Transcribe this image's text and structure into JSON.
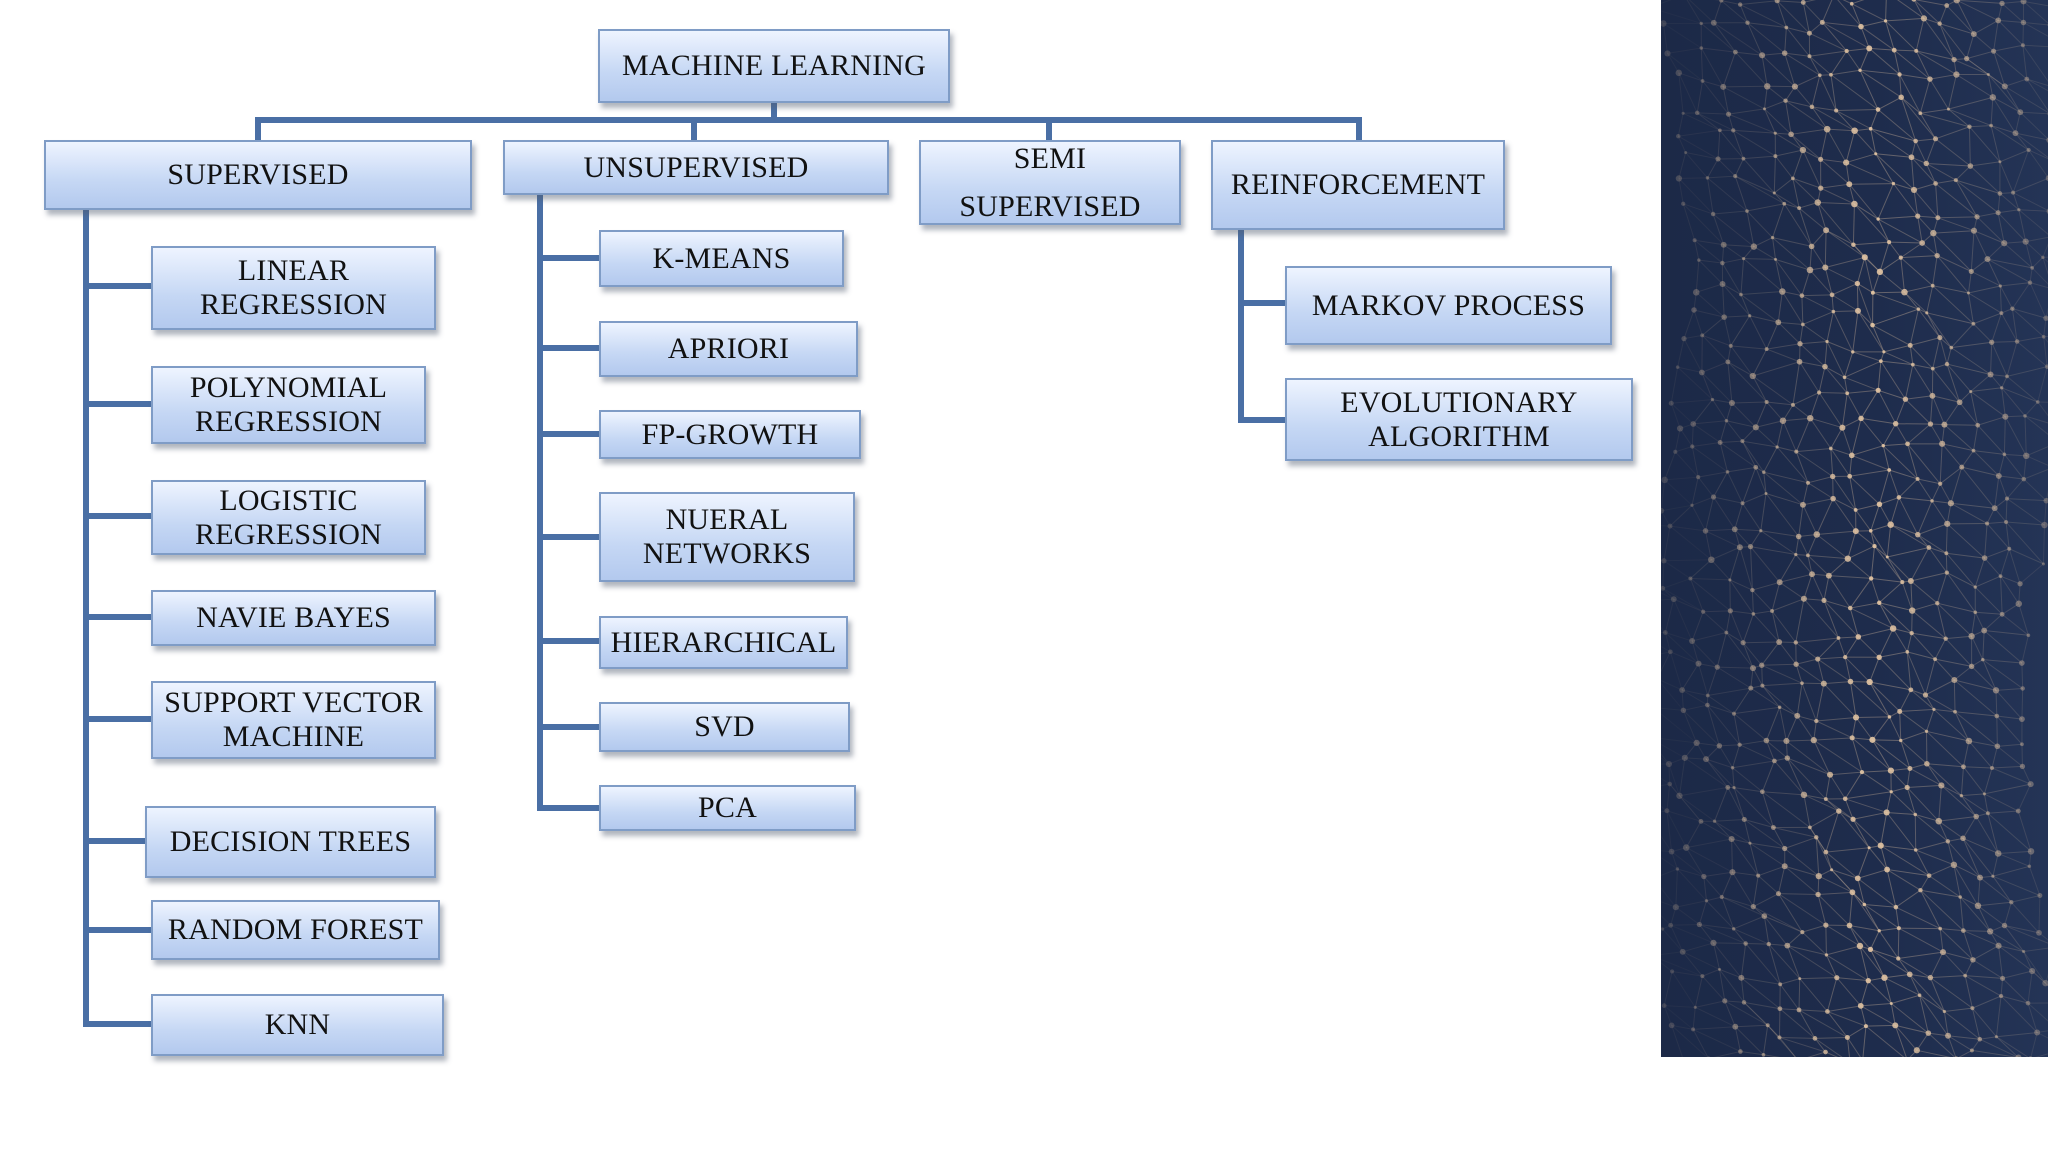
{
  "diagram": {
    "root": {
      "label": "MACHINE LEARNING"
    },
    "categories": {
      "supervised": {
        "label": "SUPERVISED",
        "items": [
          "LINEAR\nREGRESSION",
          "POLYNOMIAL\nREGRESSION",
          "LOGISTIC\nREGRESSION",
          "NAVIE BAYES",
          "SUPPORT VECTOR\nMACHINE",
          "DECISION TREES",
          "RANDOM FOREST",
          "KNN"
        ]
      },
      "unsupervised": {
        "label": "UNSUPERVISED",
        "items": [
          "K-MEANS",
          "APRIORI",
          "FP-GROWTH",
          "NUERAL\nNETWORKS",
          "HIERARCHICAL",
          "SVD",
          "PCA"
        ]
      },
      "semi_supervised": {
        "label": "SEMI\nSUPERVISED",
        "items": []
      },
      "reinforcement": {
        "label": "REINFORCEMENT",
        "items": [
          "MARKOV PROCESS",
          "EVOLUTIONARY\nALGORITHM"
        ]
      }
    }
  },
  "colors": {
    "connector": "#4a6fa5",
    "box_border": "#7f9cc6",
    "box_fill_top": "#eef4ff",
    "box_fill_bottom": "#b3c9ee",
    "panel_background": "#1e2c4c",
    "panel_nodes": "#e8c9a6"
  }
}
